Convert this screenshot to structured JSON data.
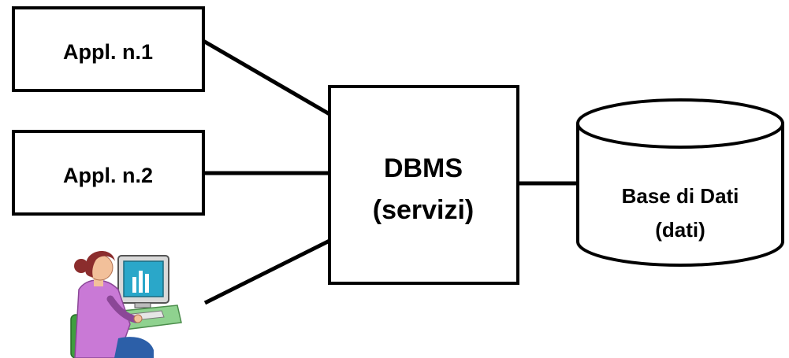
{
  "diagram": {
    "app1_label": "Appl. n.1",
    "app2_label": "Appl. n.2",
    "dbms_line1": "DBMS",
    "dbms_line2": "(servizi)",
    "database_line1": "Base di Dati",
    "database_line2": "(dati)",
    "user_icon": "person-at-computer-icon"
  }
}
